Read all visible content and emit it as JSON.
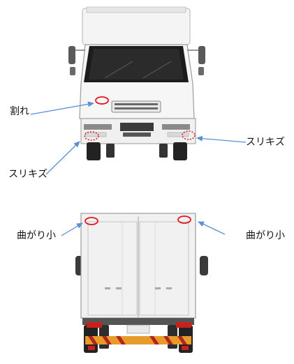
{
  "annotations": {
    "front_crack": "割れ",
    "front_scratch_right": "スリキズ",
    "front_scratch_left": "スリキズ",
    "rear_bent_left": "曲がり小",
    "rear_bent_right": "曲がり小"
  },
  "colors": {
    "damage_marker": "#e8141b",
    "arrow": "#5b8fd6",
    "body_white": "#f2f2f2",
    "outline_gray": "#9a9a9a",
    "tire_dark": "#222222",
    "reflector_red": "#c8201a",
    "stripe_orange": "#e79b2a"
  }
}
